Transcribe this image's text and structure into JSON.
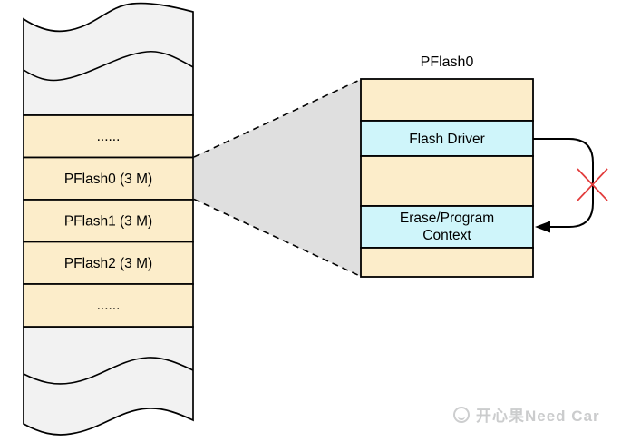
{
  "memory_map": {
    "rows": [
      {
        "label": "......"
      },
      {
        "label": "PFlash0 (3 M)"
      },
      {
        "label": "PFlash1 (3 M)"
      },
      {
        "label": "PFlash2 (3 M)"
      },
      {
        "label": "......"
      }
    ]
  },
  "detail": {
    "title": "PFlash0",
    "flash_driver": "Flash Driver",
    "erase_program_line1": "Erase/Program",
    "erase_program_line2": "Context"
  },
  "watermark": {
    "text": "开心果Need Car"
  },
  "colors": {
    "cell_fill": "#FCEDCA",
    "highlight_fill": "#CFF5FA",
    "wave_fill": "#F2F2F2",
    "cone_fill": "#DFDFDF",
    "line": "#000000",
    "cross": "#E23B3B"
  }
}
